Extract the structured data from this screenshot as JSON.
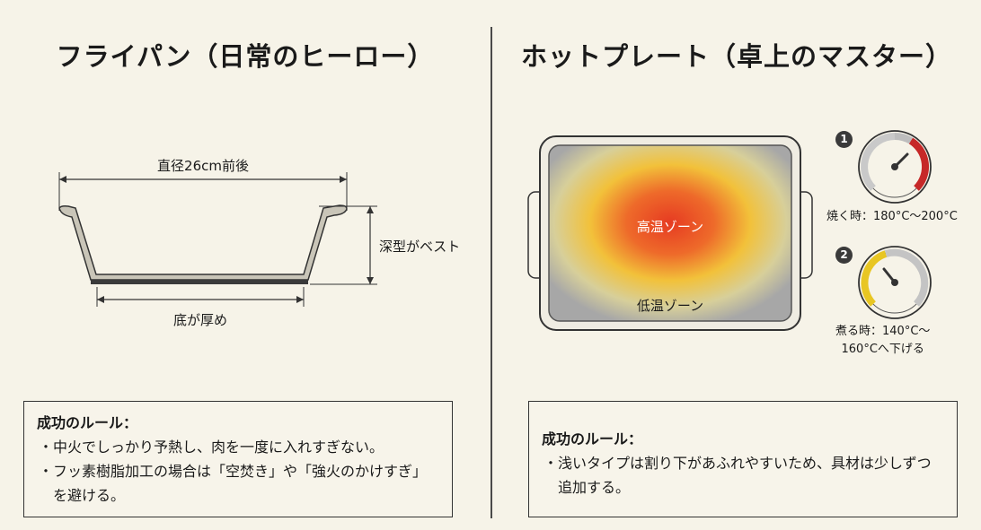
{
  "left": {
    "title": "フライパン（日常のヒーロー）",
    "diameter_label": "直径26cm前後",
    "depth_label": "深型がベスト",
    "bottom_label": "底が厚め",
    "rules": {
      "heading": "成功のルール：",
      "items": [
        "中火でしっかり予熱し、肉を一度に入れすぎない。",
        "フッ素樹脂加工の場合は「空焚き」や「強火のかけすぎ」を避ける。"
      ]
    }
  },
  "right": {
    "title": "ホットプレート（卓上のマスター）",
    "hot_zone_label": "高温ゾーン",
    "cool_zone_label": "低温ゾーン",
    "badge1": "1",
    "badge2": "2",
    "temp1_label": "焼く時：180°C～200°C",
    "temp2_line1": "煮る時：140°C～",
    "temp2_line2": "160°Cへ下げる",
    "rules": {
      "heading": "成功のルール：",
      "items": [
        "浅いタイプは割り下があふれやすいため、具材は少しずつ追加する。"
      ]
    }
  },
  "colors": {
    "hot": "#e8412a",
    "warm": "#f0c22a",
    "gauge_red": "#c62828",
    "gauge_yellow": "#e8c623",
    "outline": "#333333"
  }
}
